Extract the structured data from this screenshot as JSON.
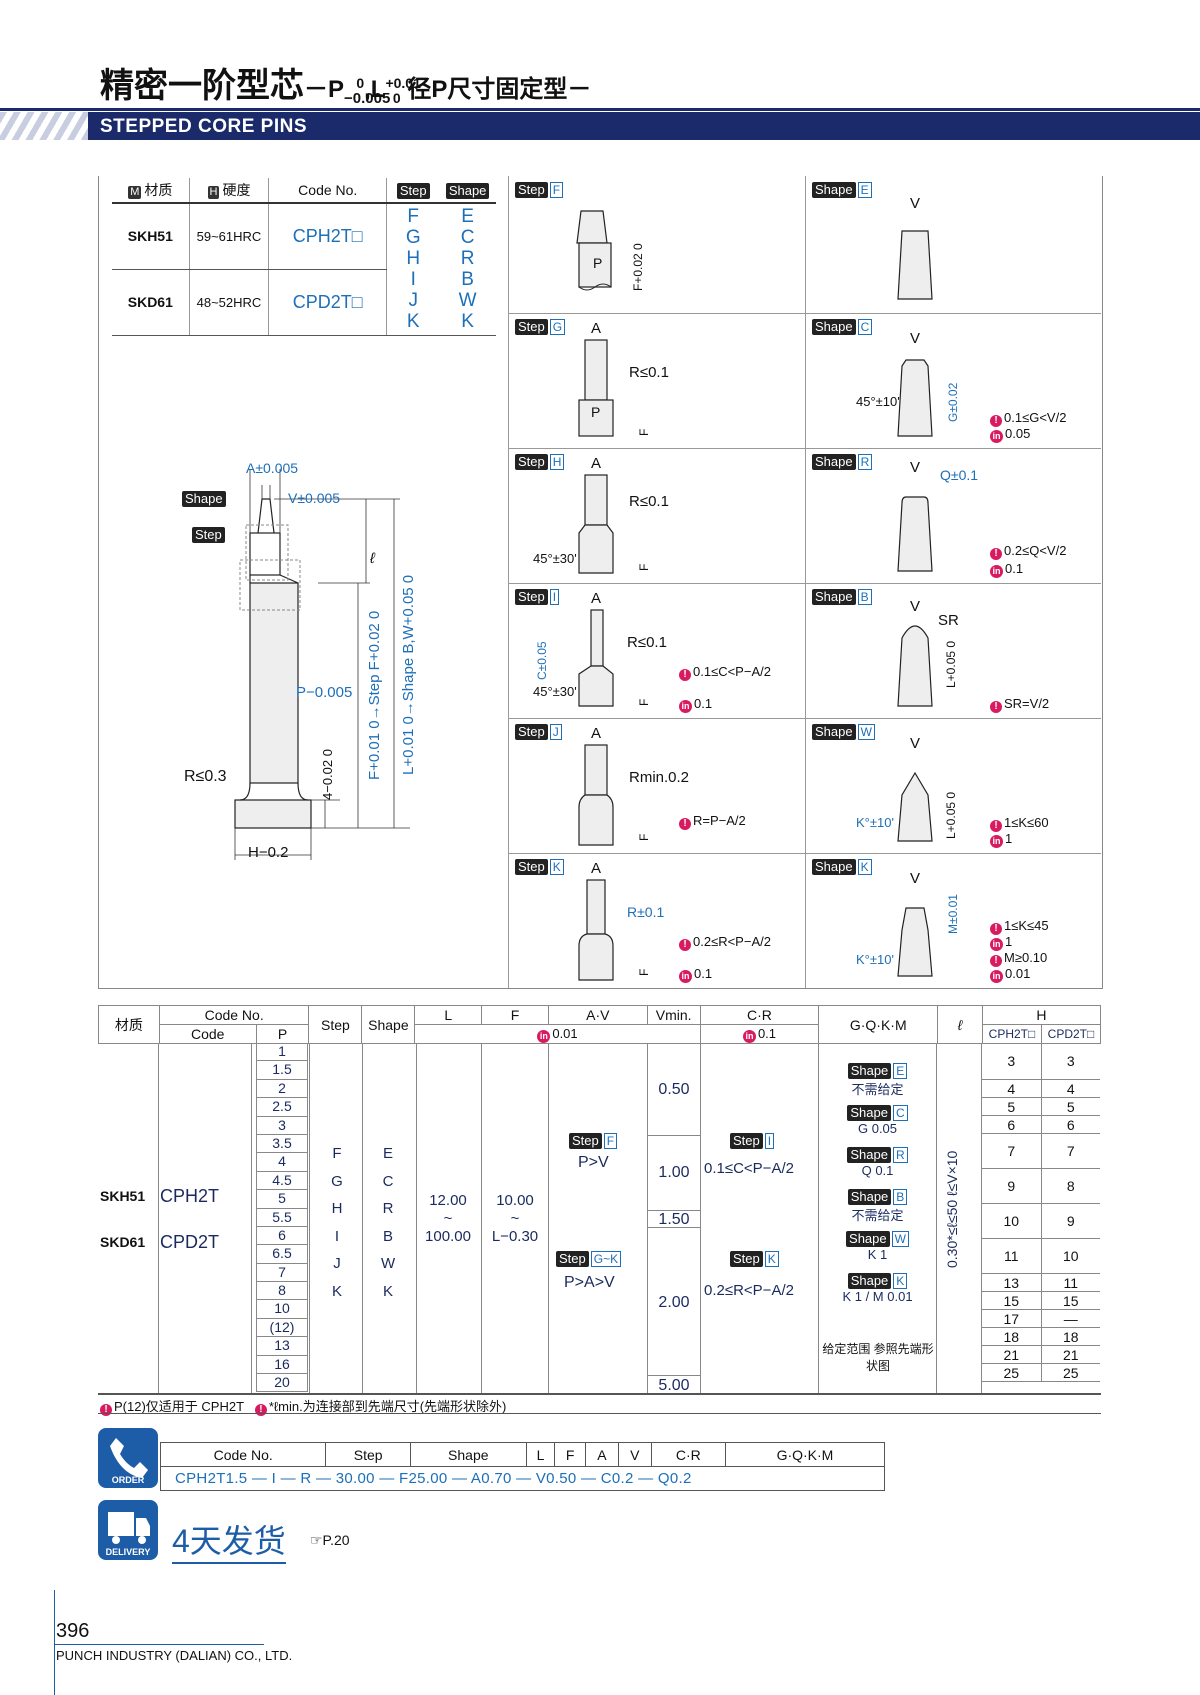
{
  "header": {
    "title_cn": "精密一阶型芯",
    "title_formula": "－P−0.005 0,L+0.01 0 径P尺寸固定型－",
    "subtitle_en": "STEPPED CORE PINS"
  },
  "materials_table": {
    "headers": [
      "材质",
      "硬度",
      "Code No.",
      "Step",
      "Shape"
    ],
    "header_badges": [
      "M",
      "H"
    ],
    "rows": [
      {
        "material": "SKH51",
        "hardness": "59~61HRC",
        "code": "CPH2T□"
      },
      {
        "material": "SKD61",
        "hardness": "48~52HRC",
        "code": "CPD2T□"
      }
    ],
    "steps": [
      "F",
      "G",
      "H",
      "I",
      "J",
      "K"
    ],
    "shapes": [
      "E",
      "C",
      "R",
      "B",
      "W",
      "K"
    ]
  },
  "main_drawing": {
    "labels": {
      "a": "A±0.005",
      "shape": "Shape",
      "v": "V±0.005",
      "step": "Step",
      "l_small": "ℓ",
      "p": "P−0.005",
      "p_top": "0",
      "step_f": "F+0.01 0→Step F+0.02 0",
      "shape_bw": "L+0.01 0→Shape B,W+0.05 0",
      "r": "R≤0.3",
      "h": "H−0.2",
      "h_top": "0",
      "four": "4−0.02 0"
    }
  },
  "step_panels": [
    {
      "tag": "Step",
      "letter": "F",
      "labels": [
        "P",
        "F+0.02 0"
      ]
    },
    {
      "tag": "Step",
      "letter": "G",
      "labels": [
        "A",
        "R≤0.1",
        "P",
        "F"
      ]
    },
    {
      "tag": "Step",
      "letter": "H",
      "labels": [
        "A",
        "R≤0.1",
        "45°±30'",
        "F"
      ]
    },
    {
      "tag": "Step",
      "letter": "I",
      "labels": [
        "A",
        "R≤0.1",
        "C±0.05",
        "45°±30'",
        "F"
      ],
      "notes": [
        "0.1≤C<P−A/2",
        "0.1"
      ]
    },
    {
      "tag": "Step",
      "letter": "J",
      "labels": [
        "A",
        "Rmin.0.2",
        "F"
      ],
      "notes": [
        "R=P−A/2"
      ]
    },
    {
      "tag": "Step",
      "letter": "K",
      "labels": [
        "A",
        "R±0.1",
        "F"
      ],
      "notes": [
        "0.2≤R<P−A/2",
        "0.1"
      ]
    }
  ],
  "shape_panels": [
    {
      "tag": "Shape",
      "letter": "E",
      "labels": [
        "V"
      ]
    },
    {
      "tag": "Shape",
      "letter": "C",
      "labels": [
        "V",
        "45°±10'",
        "G±0.02"
      ],
      "notes": [
        "0.1≤G<V/2",
        "0.05"
      ]
    },
    {
      "tag": "Shape",
      "letter": "R",
      "labels": [
        "V",
        "Q±0.1"
      ],
      "notes": [
        "0.2≤Q<V/2",
        "0.1"
      ]
    },
    {
      "tag": "Shape",
      "letter": "B",
      "labels": [
        "V",
        "SR",
        "L+0.05 0"
      ],
      "notes": [
        "SR=V/2"
      ]
    },
    {
      "tag": "Shape",
      "letter": "W",
      "labels": [
        "V",
        "K°±10'",
        "L+0.05 0"
      ],
      "notes": [
        "1≤K≤60",
        "1"
      ]
    },
    {
      "tag": "Shape",
      "letter": "K",
      "labels": [
        "V",
        "M±0.01",
        "K°±10'"
      ],
      "notes": [
        "1≤K≤45",
        "1",
        "M≥0.10",
        "0.01"
      ]
    }
  ],
  "spec_table": {
    "head": {
      "material": "材质",
      "code_no": "Code No.",
      "code": "Code",
      "p": "P",
      "step": "Step",
      "shape": "Shape",
      "l": "L",
      "f": "F",
      "av": "A·V",
      "vmin": "Vmin.",
      "cr": "C·R",
      "gqkm": "G·Q·K·M",
      "ell": "ℓ",
      "h": "H",
      "h_cph": "CPH2T□",
      "h_cpd": "CPD2T□",
      "tol_001": "0.01",
      "tol_01": "0.1"
    },
    "materials": [
      "SKH51",
      "SKD61"
    ],
    "codes": [
      "CPH2T",
      "CPD2T"
    ],
    "p_values": [
      "1",
      "1.5",
      "2",
      "2.5",
      "3",
      "3.5",
      "4",
      "4.5",
      "5",
      "5.5",
      "6",
      "6.5",
      "7",
      "8",
      "10",
      "(12)",
      "13",
      "16",
      "20"
    ],
    "steps": [
      "F",
      "G",
      "H",
      "I",
      "J",
      "K"
    ],
    "shapes": [
      "E",
      "C",
      "R",
      "B",
      "W",
      "K"
    ],
    "l_range": [
      "12.00",
      "~",
      "100.00"
    ],
    "f_range": [
      "10.00",
      "~",
      "L−0.30"
    ],
    "av": [
      {
        "step": "F",
        "rule": "P>V"
      },
      {
        "step": "G~K",
        "rule": "P>A>V"
      }
    ],
    "vmin": [
      "0.50",
      "1.00",
      "1.50",
      "2.00",
      "5.00"
    ],
    "cr": [
      {
        "step": "I",
        "rule": "0.1≤C<P−A/2"
      },
      {
        "step": "K",
        "rule": "0.2≤R<P−A/2"
      }
    ],
    "gqkm": [
      {
        "shape": "E",
        "text": "不需给定"
      },
      {
        "shape": "C",
        "text": "G 0.05"
      },
      {
        "shape": "R",
        "text": "Q 0.1"
      },
      {
        "shape": "B",
        "text": "不需给定"
      },
      {
        "shape": "W",
        "text": "K 1"
      },
      {
        "shape": "K",
        "text": "K 1 / M 0.01"
      }
    ],
    "gqkm_note": "给定范围 参照先端形状图",
    "ell_rule": "0.30*≤ℓ≤50 ℓ≤V×10",
    "h_rows": [
      [
        "3",
        "3"
      ],
      [
        "4",
        "4"
      ],
      [
        "5",
        "5"
      ],
      [
        "6",
        "6"
      ],
      [
        "7",
        "7"
      ],
      [
        "9",
        "8"
      ],
      [
        "10",
        "9"
      ],
      [
        "11",
        "10"
      ],
      [
        "13",
        "11"
      ],
      [
        "15",
        "15"
      ],
      [
        "17",
        "—"
      ],
      [
        "18",
        "18"
      ],
      [
        "21",
        "21"
      ],
      [
        "25",
        "25"
      ]
    ],
    "footnotes": [
      "P(12)仅适用于 CPH2T",
      "*ℓmin.为连接部到先端尺寸(先端形状除外)"
    ]
  },
  "order": {
    "icon_label": "ORDER",
    "headers": [
      "Code No.",
      "Step",
      "Shape",
      "L",
      "F",
      "A",
      "V",
      "C·R",
      "G·Q·K·M"
    ],
    "values": [
      "CPH2T1.5",
      "—",
      "I",
      "—",
      "R",
      "—",
      "30.00",
      "—",
      "F25.00",
      "—",
      "A0.70",
      "—",
      "V0.50",
      "—",
      "C0.2",
      "—",
      "Q0.2"
    ]
  },
  "delivery": {
    "icon_label": "DELIVERY",
    "text": "4天发货",
    "ref": "☞P.20"
  },
  "footer": {
    "page": "396",
    "company": "PUNCH INDUSTRY (DALIAN) CO., LTD."
  }
}
